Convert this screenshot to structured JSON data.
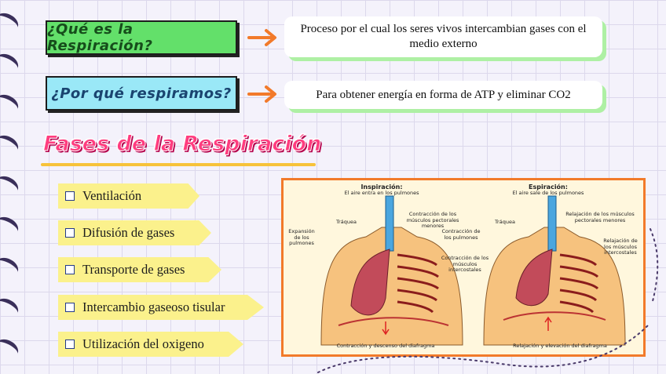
{
  "questions": [
    {
      "label": "¿Qué es la Respiración?",
      "answer": "Proceso por el cual los seres vivos intercambian gases con el medio externo"
    },
    {
      "label": "¿Por qué respiramos?",
      "answer": "Para obtener energía en forma de ATP y eliminar  CO2"
    }
  ],
  "section_title": "Fases de la Respiración",
  "phases": [
    "Ventilación",
    "Difusión de gases",
    "Transporte de gases",
    "Intercambio  gaseoso tisular",
    "Utilización del oxigeno"
  ],
  "figure": {
    "inspiration": {
      "title": "Inspiración:",
      "subtitle": "El aire entra en los pulmones",
      "labels": [
        "Tráquea",
        "Expansión de los pulmones",
        "Contracción de los músculos pectorales menores",
        "Contracción de los pulmones",
        "Contracción de los músculos intercostales"
      ],
      "caption": "Contracción y descenso del diafragma"
    },
    "expiration": {
      "title": "Espiración:",
      "subtitle": "El aire sale de los pulmones",
      "labels": [
        "Tráquea",
        "Relajación de los músculos pectorales menores",
        "Relajación de los músculos intercostales"
      ],
      "caption": "Relajación y elevación del diafragma"
    }
  },
  "colors": {
    "q1_fill": "#63e06a",
    "q2_fill": "#9ae8f7",
    "arrow": "#f27a2a",
    "title": "#ff3d7f",
    "phase_fill": "#fbf18c",
    "figure_border": "#f27a2a"
  }
}
